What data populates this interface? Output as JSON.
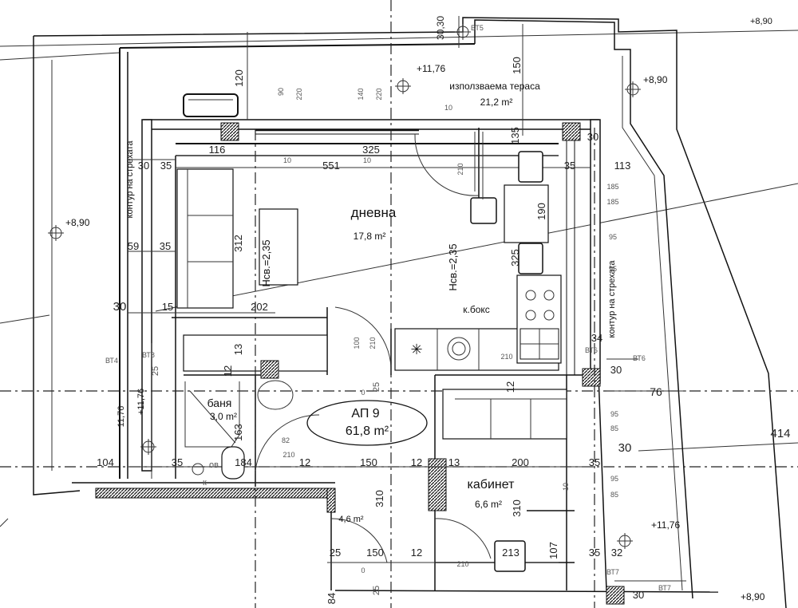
{
  "rooms": {
    "living": {
      "name": "дневна",
      "area": "17,8 m²"
    },
    "terrace": {
      "name": "използваема тераса",
      "area": "21,2 m²"
    },
    "kitchen": {
      "name": "к.бокс"
    },
    "bath": {
      "name": "баня",
      "area": "3,0 m²"
    },
    "study": {
      "name": "кабинет",
      "area": "6,6 m²"
    },
    "hall": {
      "area": "4,6 m²"
    },
    "apartment": {
      "name": "АП 9",
      "area": "61,8 m²"
    }
  },
  "heights": {
    "living": "Нсв.=2,35",
    "kitchen": "Нсв.=2,35"
  },
  "levels": [
    "+11,76",
    "+8,90",
    "+8,90",
    "+8,90",
    "+11,76",
    "+11,76",
    "+8,90"
  ],
  "annotations": {
    "street_left": "контур на стрехата",
    "street_right": "контур на стрехата"
  },
  "tags": [
    "ВТ5",
    "ВТ4",
    "ВТ6",
    "ВТ6",
    "ВТ7",
    "ВТ7",
    "ВТ8",
    "ов",
    "к"
  ],
  "dims": {
    "top": [
      "116",
      "325",
      "551",
      "30",
      "35",
      "30",
      "35",
      "113"
    ],
    "vert": [
      "120",
      "150",
      "135",
      "312",
      "190",
      "325",
      "13",
      "12",
      "163",
      "76",
      "310",
      "310",
      "107",
      "84"
    ],
    "left": [
      "59",
      "35",
      "30",
      "15",
      "202",
      "104",
      "35",
      "11,76"
    ],
    "bottom": [
      "184",
      "12",
      "150",
      "12",
      "13",
      "200",
      "35",
      "30",
      "414",
      "25",
      "150",
      "12",
      "213",
      "35",
      "32",
      "34",
      "30",
      "30",
      "30,30"
    ],
    "misc": [
      "90",
      "220",
      "140",
      "220",
      "10",
      "10",
      "10",
      "210",
      "185",
      "95",
      "185",
      "95",
      "210",
      "100",
      "210",
      "0",
      "25",
      "82",
      "210",
      "12",
      "25",
      "95",
      "85",
      "95",
      "85",
      "10",
      "210",
      "0",
      "25"
    ]
  }
}
